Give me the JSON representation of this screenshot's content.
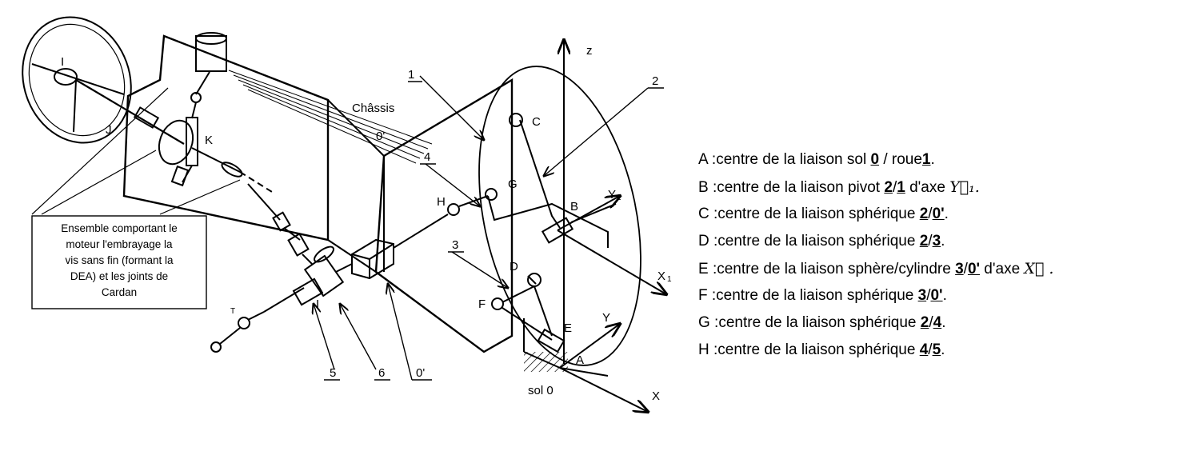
{
  "diagram": {
    "labels": {
      "z": "z",
      "x": "X",
      "y": "Y",
      "x1": "X",
      "x1_sub": "1",
      "y1": "Y",
      "y1_sub": "1",
      "A": "A",
      "B": "B",
      "C": "C",
      "D": "D",
      "E": "E",
      "F": "F",
      "G": "G",
      "H": "H",
      "I": "I",
      "I2": "I",
      "J": "J",
      "K": "K",
      "T": "T",
      "chassis": "Châssis",
      "chassis_zero": "0'",
      "sol": "sol 0",
      "n1": "1",
      "n2": "2",
      "n3": "3",
      "n4": "4",
      "n5": "5",
      "n6": "6",
      "n0p": "0'"
    },
    "callout_lines": [
      "Ensemble comportant le",
      "moteur l'embrayage la",
      "vis sans fin (formant la",
      "DEA) et les joints de",
      "Cardan"
    ]
  },
  "legend": [
    {
      "letter": "A",
      "pre": "centre de la liaison sol ",
      "parts": [
        [
          "0",
          true
        ],
        [
          " / roue",
          false
        ],
        [
          "1",
          true
        ]
      ],
      "post": ".",
      "vector": ""
    },
    {
      "letter": "B",
      "pre": "centre de la liaison pivot ",
      "parts": [
        [
          "2",
          true
        ],
        [
          "/",
          false
        ],
        [
          "1",
          true
        ]
      ],
      "post": " d'axe ",
      "vector": "Y⃗₁."
    },
    {
      "letter": "C",
      "pre": "centre de la liaison sphérique ",
      "parts": [
        [
          "2",
          true
        ],
        [
          "/",
          false
        ],
        [
          "0'",
          true
        ]
      ],
      "post": ".",
      "vector": ""
    },
    {
      "letter": "D",
      "pre": "centre de la liaison sphérique ",
      "parts": [
        [
          "2",
          true
        ],
        [
          "/",
          false
        ],
        [
          "3",
          true
        ]
      ],
      "post": ".",
      "vector": ""
    },
    {
      "letter": "E",
      "pre": "centre de la liaison sphère/cylindre ",
      "parts": [
        [
          "3",
          true
        ],
        [
          "/",
          false
        ],
        [
          "0'",
          true
        ]
      ],
      "post": " d'axe ",
      "vector": "X⃗ ."
    },
    {
      "letter": "F",
      "pre": "centre de la liaison sphérique ",
      "parts": [
        [
          "3",
          true
        ],
        [
          "/",
          false
        ],
        [
          "0'",
          true
        ]
      ],
      "post": ".",
      "vector": ""
    },
    {
      "letter": "G",
      "pre": "centre de la liaison sphérique ",
      "parts": [
        [
          "2",
          true
        ],
        [
          "/",
          false
        ],
        [
          "4",
          true
        ]
      ],
      "post": ".",
      "vector": ""
    },
    {
      "letter": "H",
      "pre": "centre de la liaison sphérique ",
      "parts": [
        [
          "4",
          true
        ],
        [
          "/",
          false
        ],
        [
          "5",
          true
        ]
      ],
      "post": ".",
      "vector": ""
    }
  ]
}
